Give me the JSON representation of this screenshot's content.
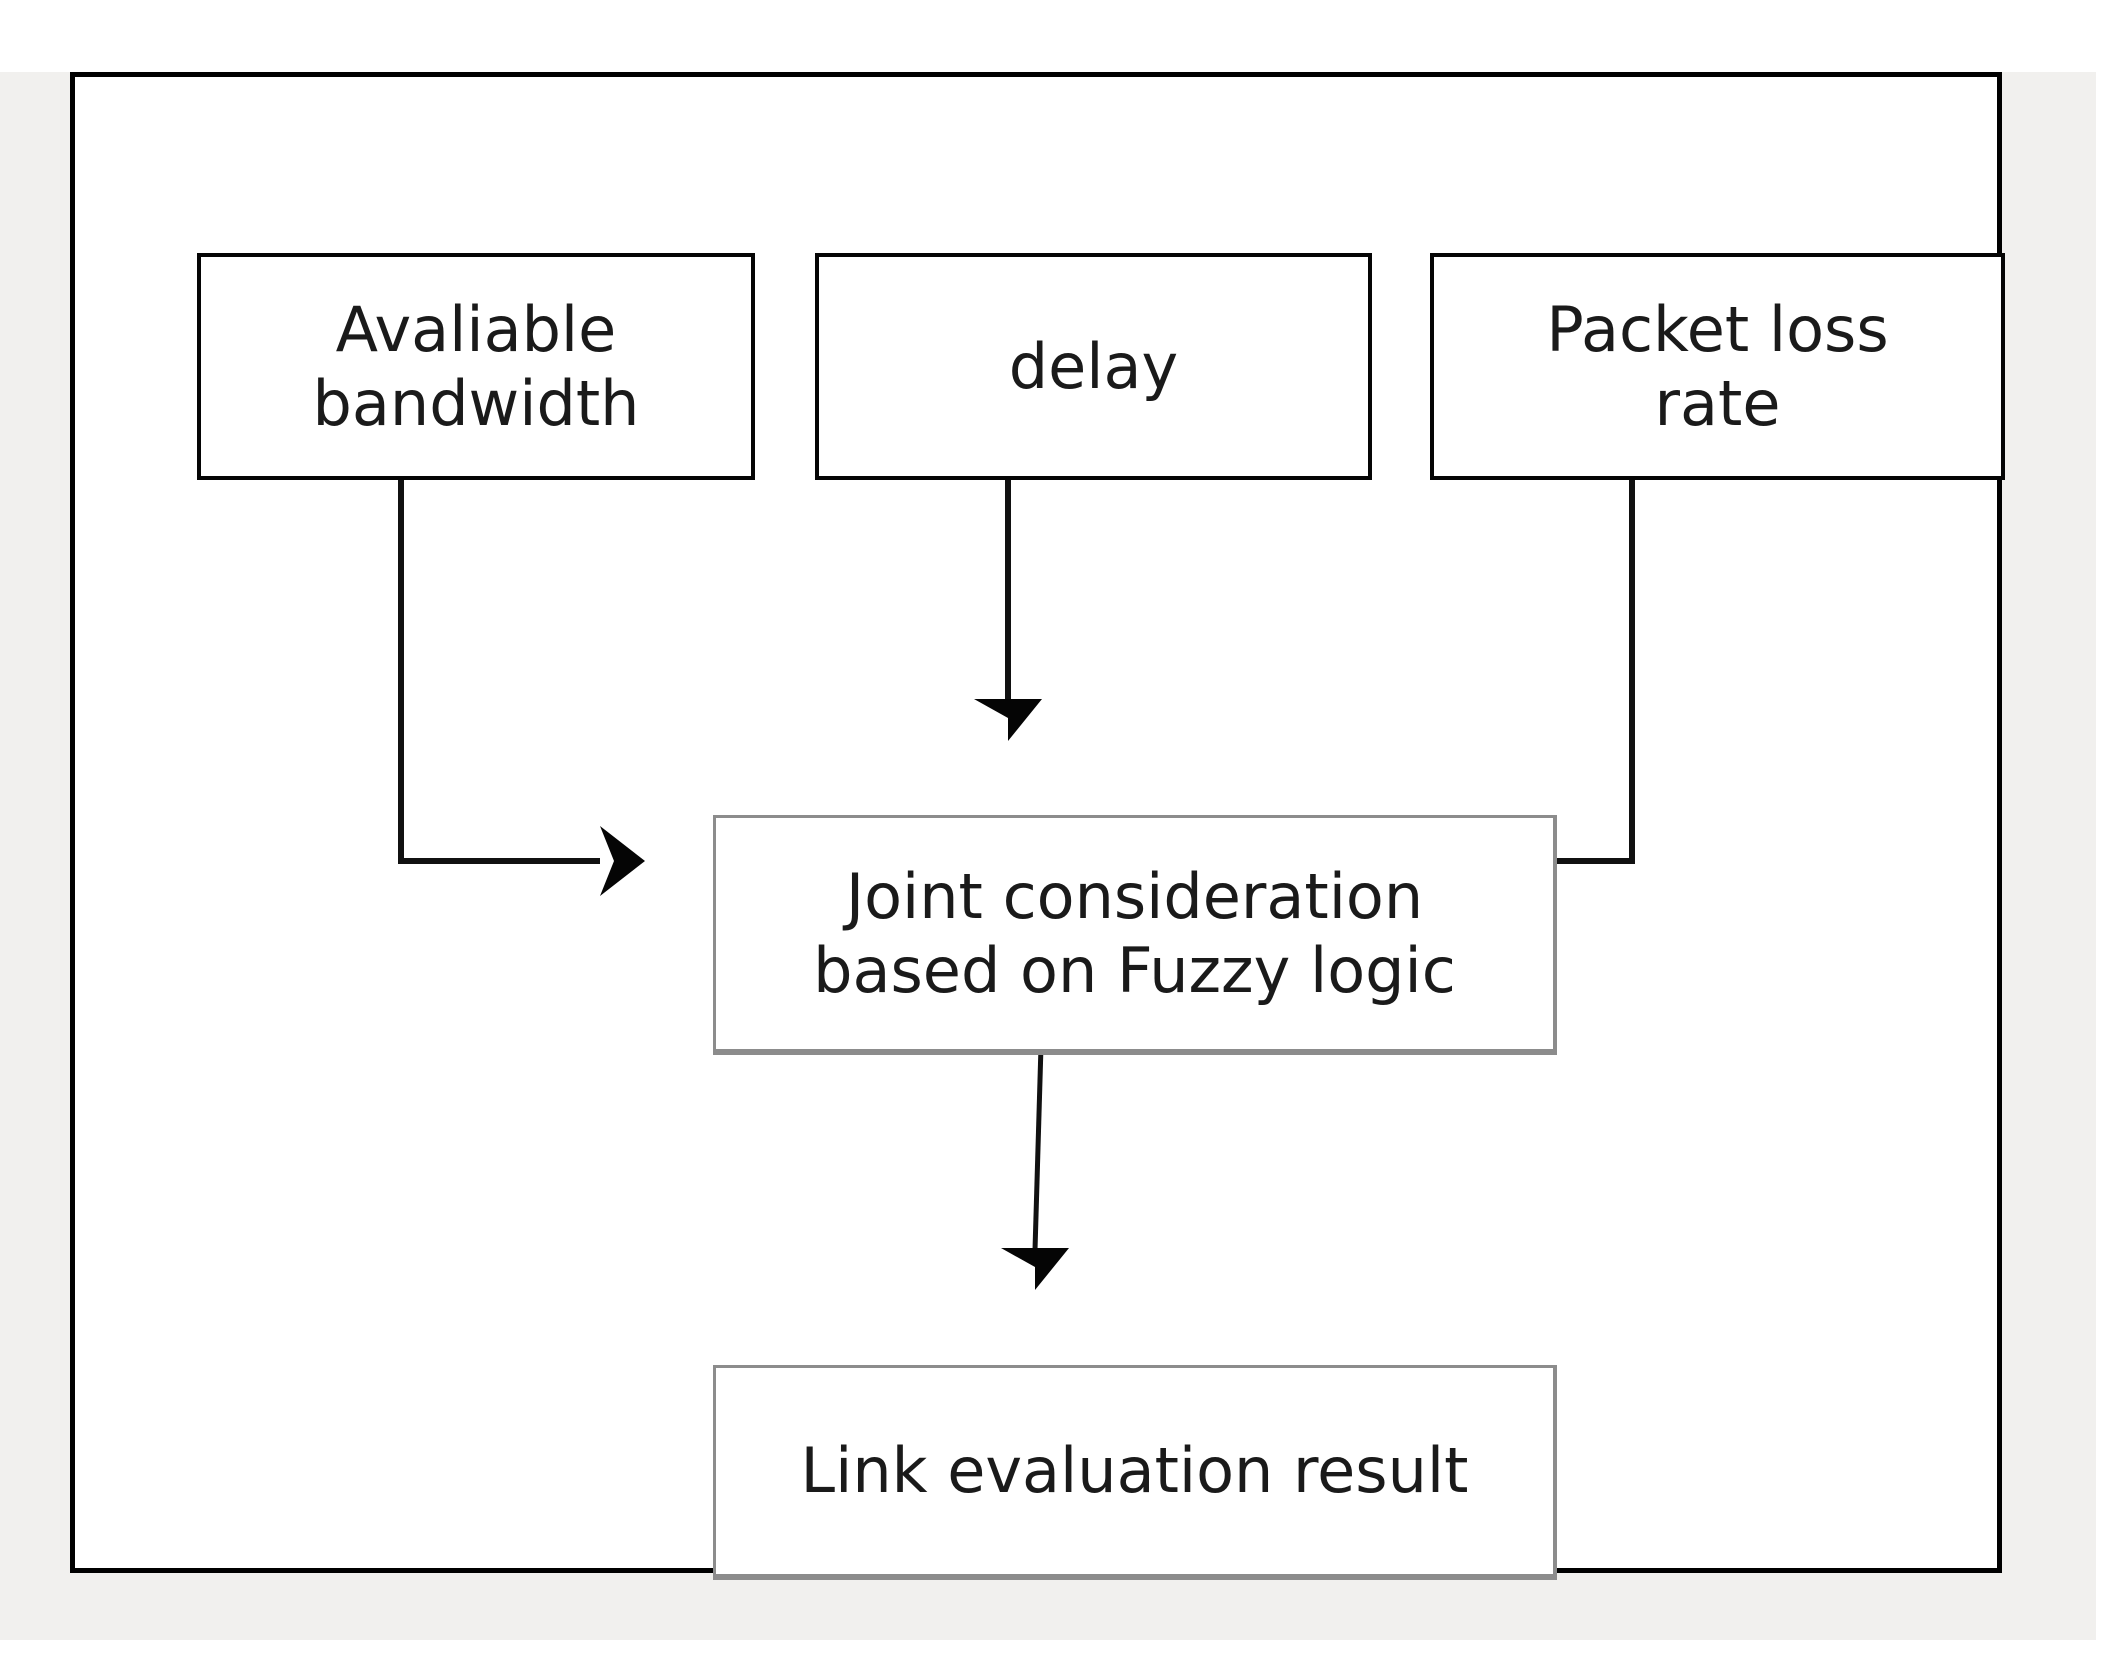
{
  "figure": {
    "type": "flowchart",
    "background_color": "#f1f0ee",
    "frame_border_color": "#000000",
    "node_border_black": "#050505",
    "node_border_gray": "#8c8c8c",
    "text_color": "#1a1a1a"
  },
  "nodes": {
    "bandwidth": {
      "label": "Avaliable\nbandwidth"
    },
    "delay": {
      "label": "delay"
    },
    "packet_loss": {
      "label": "Packet loss\nrate"
    },
    "fuzzy": {
      "label": "Joint consideration\nbased on Fuzzy logic"
    },
    "result": {
      "label": "Link evaluation result"
    }
  },
  "edges": [
    {
      "from": "bandwidth",
      "to": "fuzzy",
      "style": "elbow-down-right",
      "arrowhead": "right"
    },
    {
      "from": "delay",
      "to": "fuzzy",
      "style": "straight-down",
      "arrowhead": "down"
    },
    {
      "from": "packet_loss",
      "to": "fuzzy",
      "style": "elbow-down-left",
      "arrowhead": "left"
    },
    {
      "from": "fuzzy",
      "to": "result",
      "style": "straight-down",
      "arrowhead": "down"
    }
  ]
}
